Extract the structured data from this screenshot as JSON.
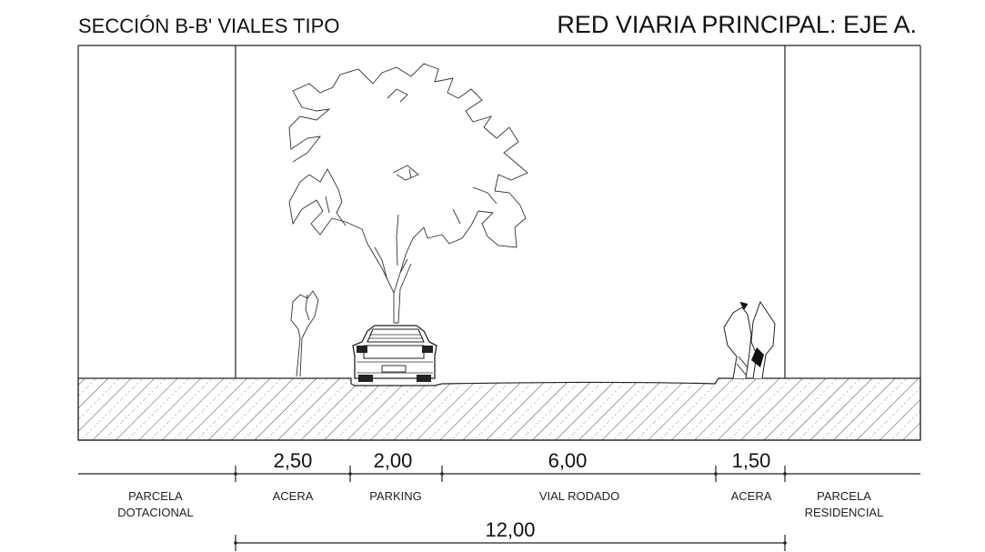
{
  "header": {
    "left_title": "SECCIÓN B-B'  VIALES TIPO",
    "right_title": "RED VIARIA PRINCIPAL:  EJE A."
  },
  "dimensions": {
    "acera_left": "2,50",
    "parking": "2,00",
    "vial_rodado": "6,00",
    "acera_right": "1,50",
    "total": "12,00"
  },
  "zones": {
    "parcela_left_line1": "PARCELA",
    "parcela_left_line2": "DOTACIONAL",
    "acera_left": "ACERA",
    "parking": "PARKING",
    "vial_rodado": "VIAL RODADO",
    "acera_right": "ACERA",
    "parcela_right_line1": "PARCELA",
    "parcela_right_line2": "RESIDENCIAL"
  },
  "colors": {
    "line": "#222222",
    "background": "#ffffff"
  }
}
